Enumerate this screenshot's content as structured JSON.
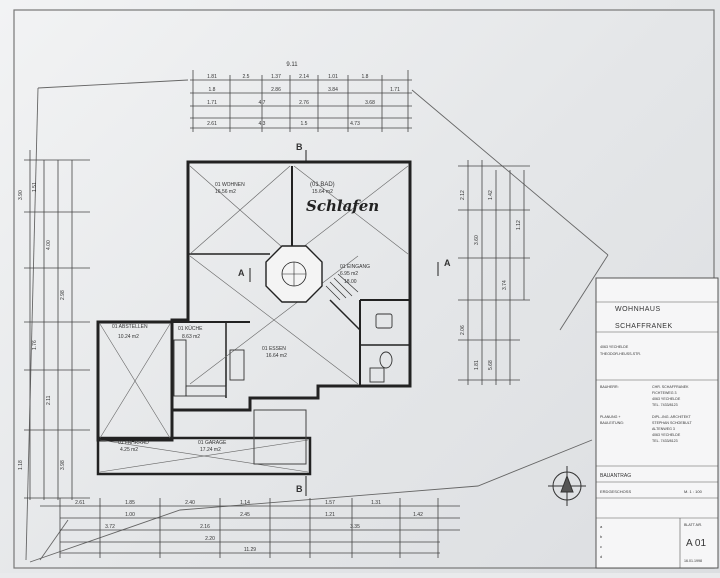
{
  "plan": {
    "section_top": "B",
    "section_bottom": "B",
    "section_left": "A",
    "section_right": "A",
    "overall_width_top": "9.11",
    "overall_width_bottom": "11.29",
    "handwritten_note": "Schlafen"
  },
  "rooms": {
    "wohnen": {
      "name": "01 WOHNEN",
      "area": "16.56 m2"
    },
    "bad": {
      "name": "(01 BAD)",
      "area": "15.64 m2"
    },
    "eingang": {
      "name": "01 EINGANG",
      "area": "6.95 m2"
    },
    "wc": {
      "area": "18.00"
    },
    "abstellen": {
      "name": "01 ABSTELLEN",
      "area": "10.24 m2"
    },
    "kueche": {
      "name": "01 KÜCHE",
      "area": "8.63 m2"
    },
    "essen": {
      "name": "01 ESSEN",
      "area": "16.64 m2"
    },
    "farrad": {
      "name": "01 FAHRRAD",
      "area": "4.25 m2"
    },
    "garage": {
      "name": "01 GARAGE",
      "area": "17.24 m2"
    }
  },
  "dimensions": {
    "top_row1": [
      "1.81",
      "2.5",
      "1.37",
      "2.14",
      "1.01",
      "1.8"
    ],
    "top_row2": [
      "1.8",
      "2.86",
      "3.84",
      "1.71"
    ],
    "top_row3": [
      "1.71",
      "4.7",
      "2.76",
      "3.68"
    ],
    "top_row4": [
      "2.61",
      "4.3",
      "1.5",
      "4.73"
    ],
    "left": [
      "3.90",
      "1.51",
      "4.00",
      "2.98",
      "1.76",
      "2.11",
      "3.98",
      "1.18"
    ],
    "right": [
      "2.12",
      "3.60",
      "1.42",
      "3.74",
      "1.12",
      "2.06",
      "1.81",
      "5.68"
    ],
    "bottom_row1": [
      "2.61",
      "1.85",
      "2.40",
      "1.14",
      "1.57",
      "1.31"
    ],
    "bottom_row2": [
      "1.00",
      "2.45",
      "1.21",
      "1.42"
    ],
    "bottom_row3": [
      "3.72",
      "2.16",
      "3.35"
    ],
    "bottom_row4": [
      "2.20"
    ]
  },
  "title_block": {
    "title1": "WOHNHAUS",
    "title2": "SCHAFFRANEK",
    "address1": "4063 YECHELDE",
    "address2": "THEODOR-HEUSS-STR.",
    "bauherr_label": "BAUHERR:",
    "bauherr_lines": [
      "CHR. SCHAFFRANEK",
      "FICHTEWEG 3",
      "4063 YECHELDE",
      "TEL. 7433/8123"
    ],
    "planung_label": "PLANUNG +",
    "bauleitung_label": "BAULEITUNG:",
    "planung_lines": [
      "DIPL.-ING. ARCHITEKT",
      "STEPHAN SCHOEBULT",
      "ALTENWEG 3",
      "4063 YECHELDE",
      "TEL. 7433/8123"
    ],
    "bauantrag": "BAUANTRAG",
    "floor": "ERDGESCHOSS",
    "scale": "M. 1 : 100",
    "revision_letters": [
      "a",
      "b",
      "c",
      "d"
    ],
    "sheet_label": "BLATT-NR.",
    "sheet_no": "A 01",
    "date": "16.01.1998"
  }
}
